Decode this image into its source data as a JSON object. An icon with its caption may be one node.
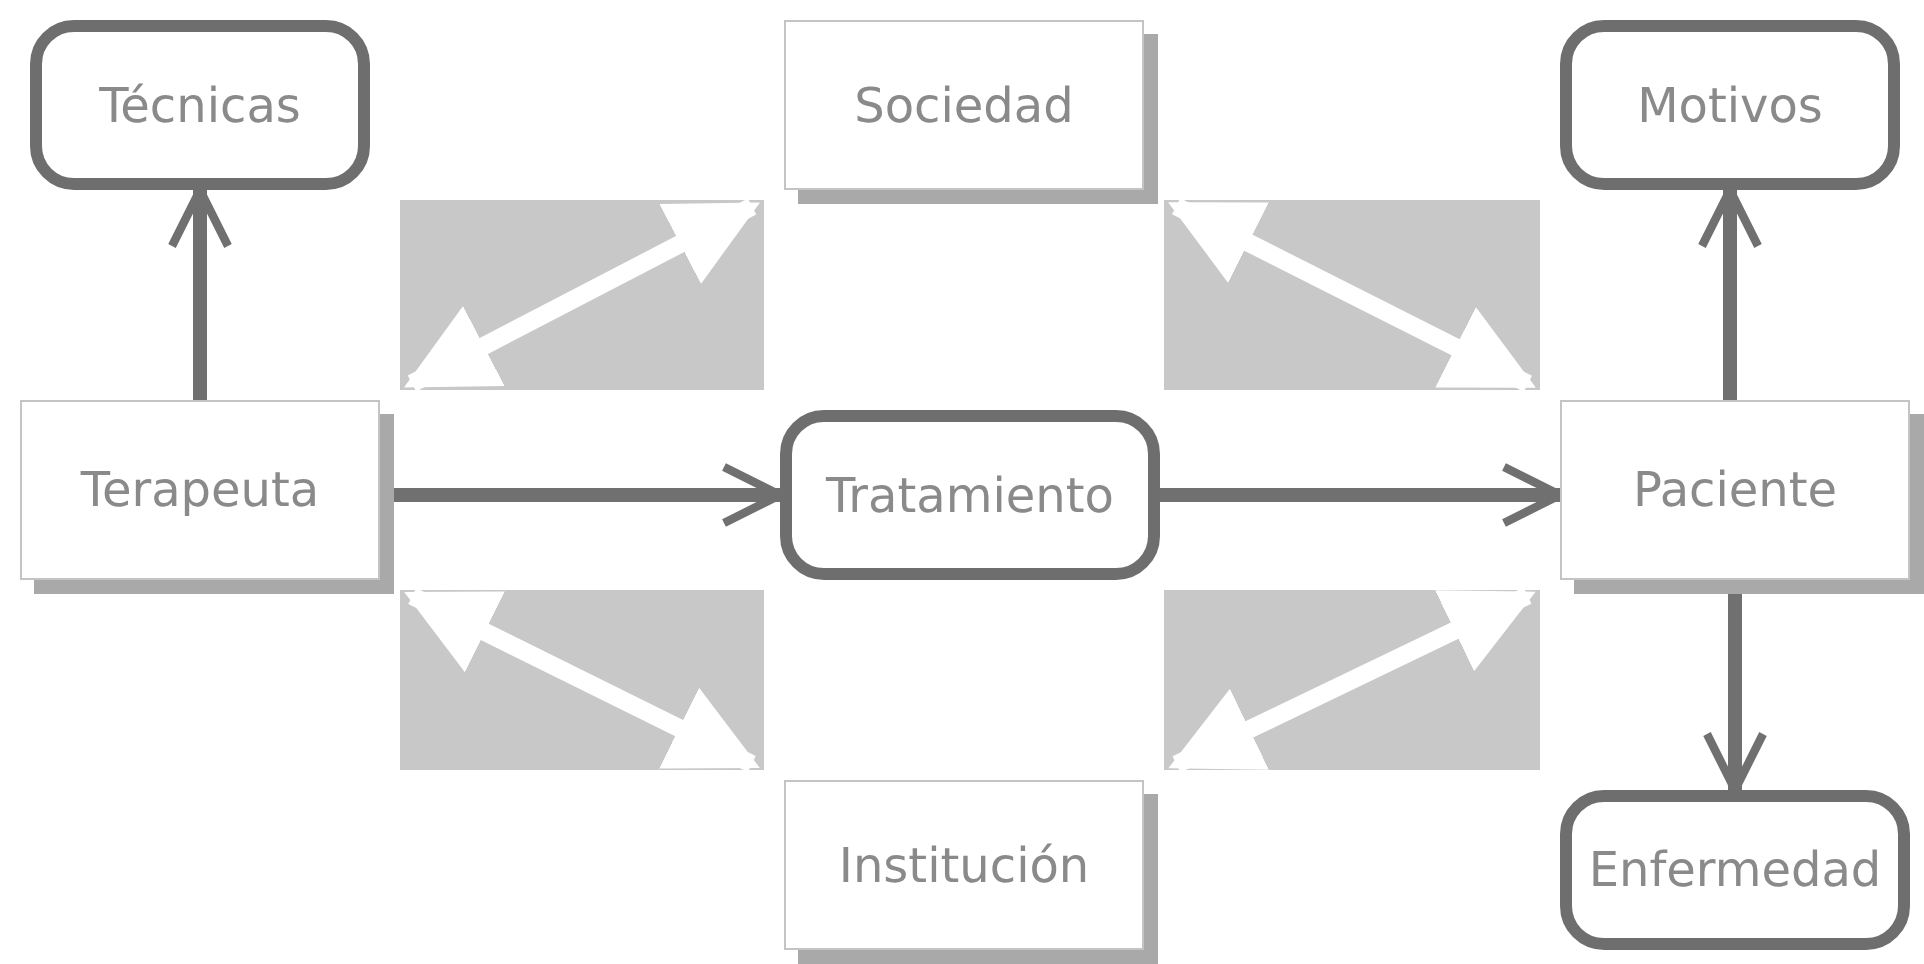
{
  "diagram": {
    "nodes": [
      {
        "text": [
          "Técnicas"
        ]
      },
      {
        "text": [
          "Sociedad"
        ]
      },
      {
        "text": [
          "Motivos"
        ]
      },
      {
        "text": [
          "Terapeuta"
        ]
      },
      {
        "text": [
          "Tratamiento"
        ]
      },
      {
        "text": [
          "Paciente"
        ]
      },
      {
        "text": [
          "Institución"
        ]
      },
      {
        "text": [
          "Enfermedad"
        ]
      }
    ],
    "edges": [
      {
        "from": 3,
        "to": 0,
        "arrow": "to"
      },
      {
        "from": 3,
        "to": 4,
        "arrow": "to"
      },
      {
        "from": 4,
        "to": 5,
        "arrow": "to"
      },
      {
        "from": 5,
        "to": 2,
        "arrow": "to"
      },
      {
        "from": 5,
        "to": 7,
        "arrow": "to"
      },
      {
        "from": 3,
        "to": 1,
        "arrow": "both",
        "color": "#ffffff"
      },
      {
        "from": 1,
        "to": 5,
        "arrow": "both",
        "color": "#ffffff"
      },
      {
        "from": 3,
        "to": 6,
        "arrow": "both",
        "color": "#ffffff"
      },
      {
        "from": 6,
        "to": 5,
        "arrow": "both",
        "color": "#ffffff"
      }
    ]
  }
}
